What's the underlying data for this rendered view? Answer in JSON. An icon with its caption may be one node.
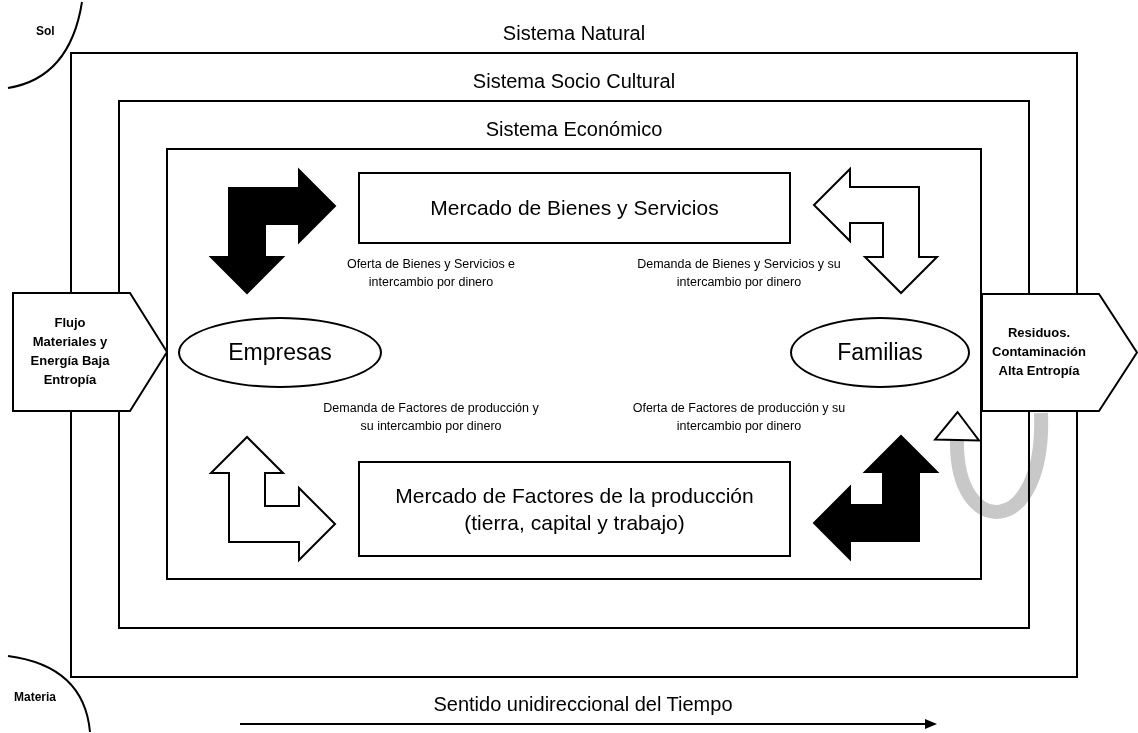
{
  "diagram": {
    "nodes": [
      {
        "text": [
          "Sistema Natural"
        ]
      },
      {
        "text": [
          "Sistema Socio Cultural"
        ],
        "in": 0
      },
      {
        "text": [
          "Sistema Económico"
        ],
        "in": 1
      },
      {
        "text": [
          "Mercado de Bienes y Servicios"
        ],
        "in": 2
      },
      {
        "text": [
          "Empresas"
        ],
        "in": 2
      },
      {
        "text": [
          "Familias"
        ],
        "in": 2
      },
      {
        "text": [
          "Mercado de Factores de la producción (tierra, capital y trabajo)"
        ],
        "in": 2
      },
      {
        "text": [
          "Flujo Materiales y Energía Baja Entropía"
        ]
      },
      {
        "text": [
          "Residuos. Contaminación Alta Entropía"
        ]
      },
      {
        "text": [
          "Sol"
        ]
      },
      {
        "text": [
          "Materia"
        ]
      }
    ],
    "edges": [
      {
        "from": 4,
        "to": 3,
        "arrow": "both",
        "color": "#000000"
      },
      {
        "from": 3,
        "to": 5,
        "arrow": "both"
      },
      {
        "from": 4,
        "to": 6,
        "arrow": "both"
      },
      {
        "from": 5,
        "to": 6,
        "arrow": "both",
        "color": "#000000"
      },
      {
        "from": 8,
        "to": 2,
        "arrow": "to",
        "color": "#c8c8c8"
      }
    ],
    "labels": [
      "Oferta de Bienes y Servicios e intercambio por dinero",
      "Demanda de Bienes y Servicios y su intercambio por dinero",
      "Demanda de Factores de producción y su intercambio por dinero",
      "Oferta de Factores de producción y su intercambio por dinero",
      "Sentido unidireccional del Tiempo"
    ]
  }
}
